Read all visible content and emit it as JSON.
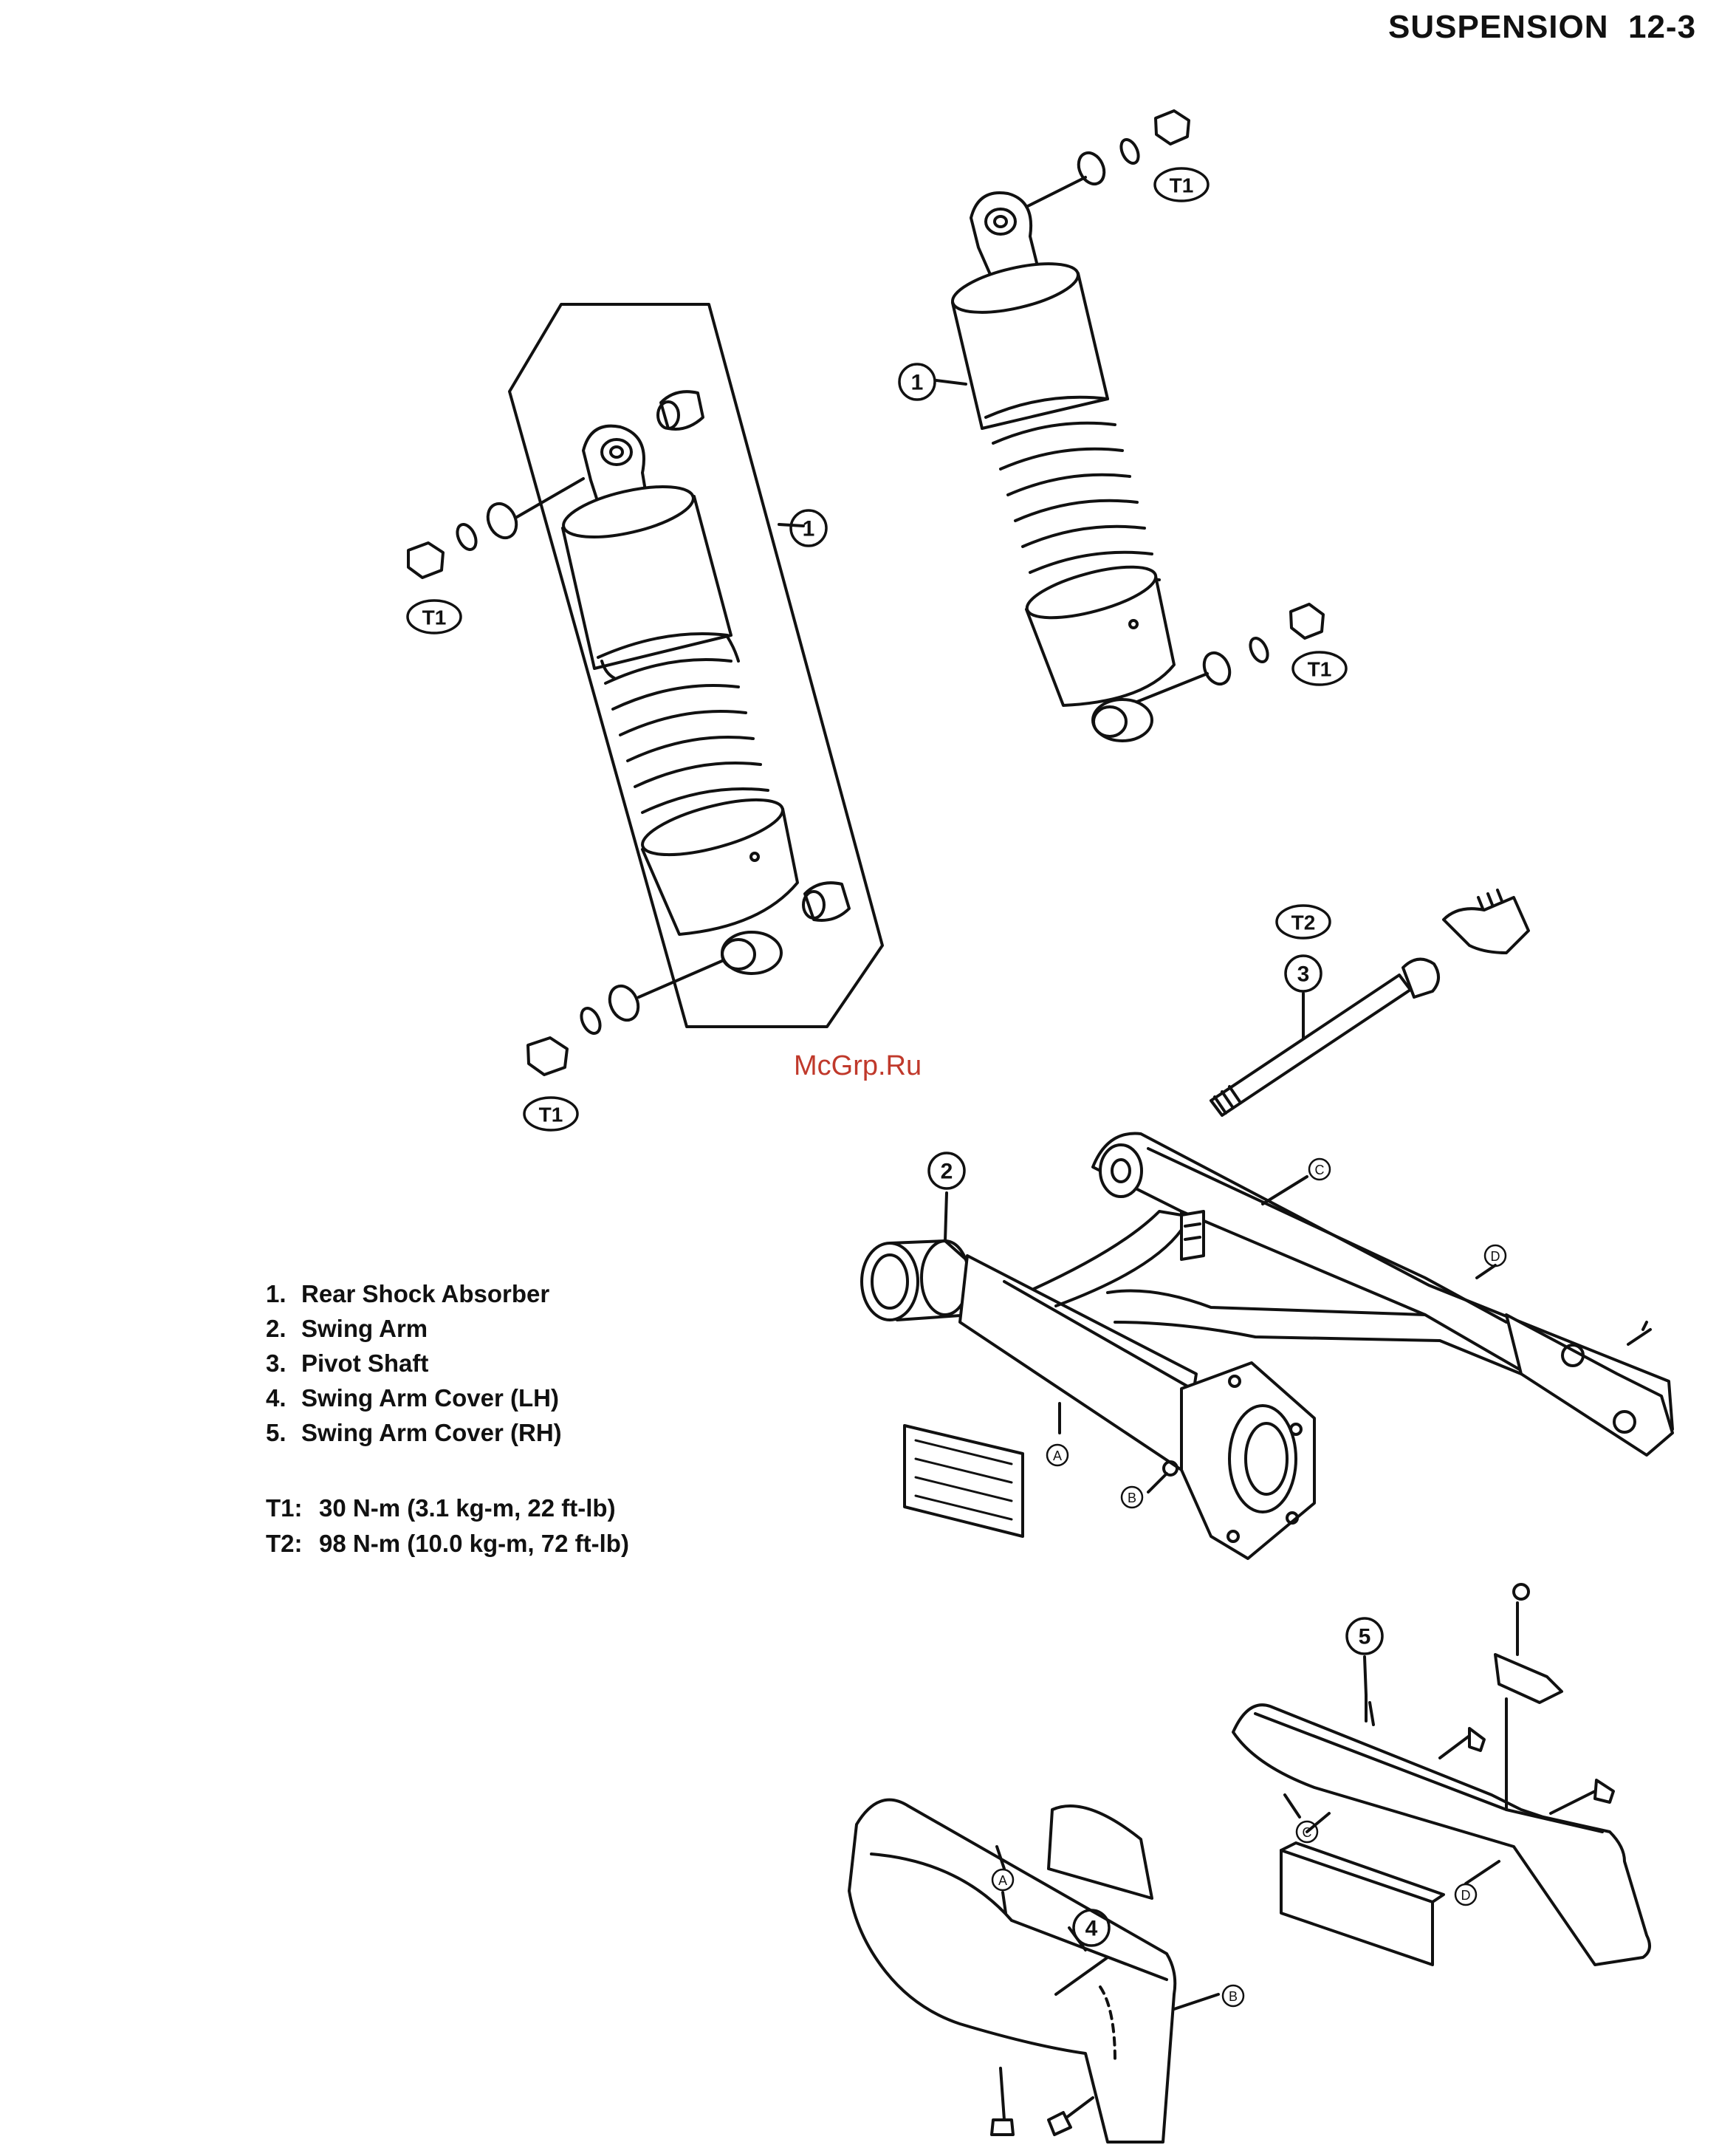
{
  "header": {
    "section": "SUSPENSION",
    "page": "12-3"
  },
  "watermark": "McGrp.Ru",
  "legend": [
    {
      "num": "1.",
      "label": "Rear Shock Absorber"
    },
    {
      "num": "2.",
      "label": "Swing Arm"
    },
    {
      "num": "3.",
      "label": "Pivot Shaft"
    },
    {
      "num": "4.",
      "label": "Swing Arm Cover (LH)"
    },
    {
      "num": "5.",
      "label": "Swing Arm Cover (RH)"
    }
  ],
  "torque": [
    {
      "code": "T1:",
      "value": "30 N-m (3.1 kg-m, 22 ft-lb)"
    },
    {
      "code": "T2:",
      "value": "98 N-m (10.0 kg-m, 72 ft-lb)"
    }
  ],
  "callouts": {
    "one": "1",
    "two": "2",
    "three": "3",
    "four": "4",
    "five": "5",
    "t1": "T1",
    "t2": "T2"
  },
  "letters": {
    "a": "A",
    "b": "B",
    "c": "C",
    "d": "D"
  }
}
